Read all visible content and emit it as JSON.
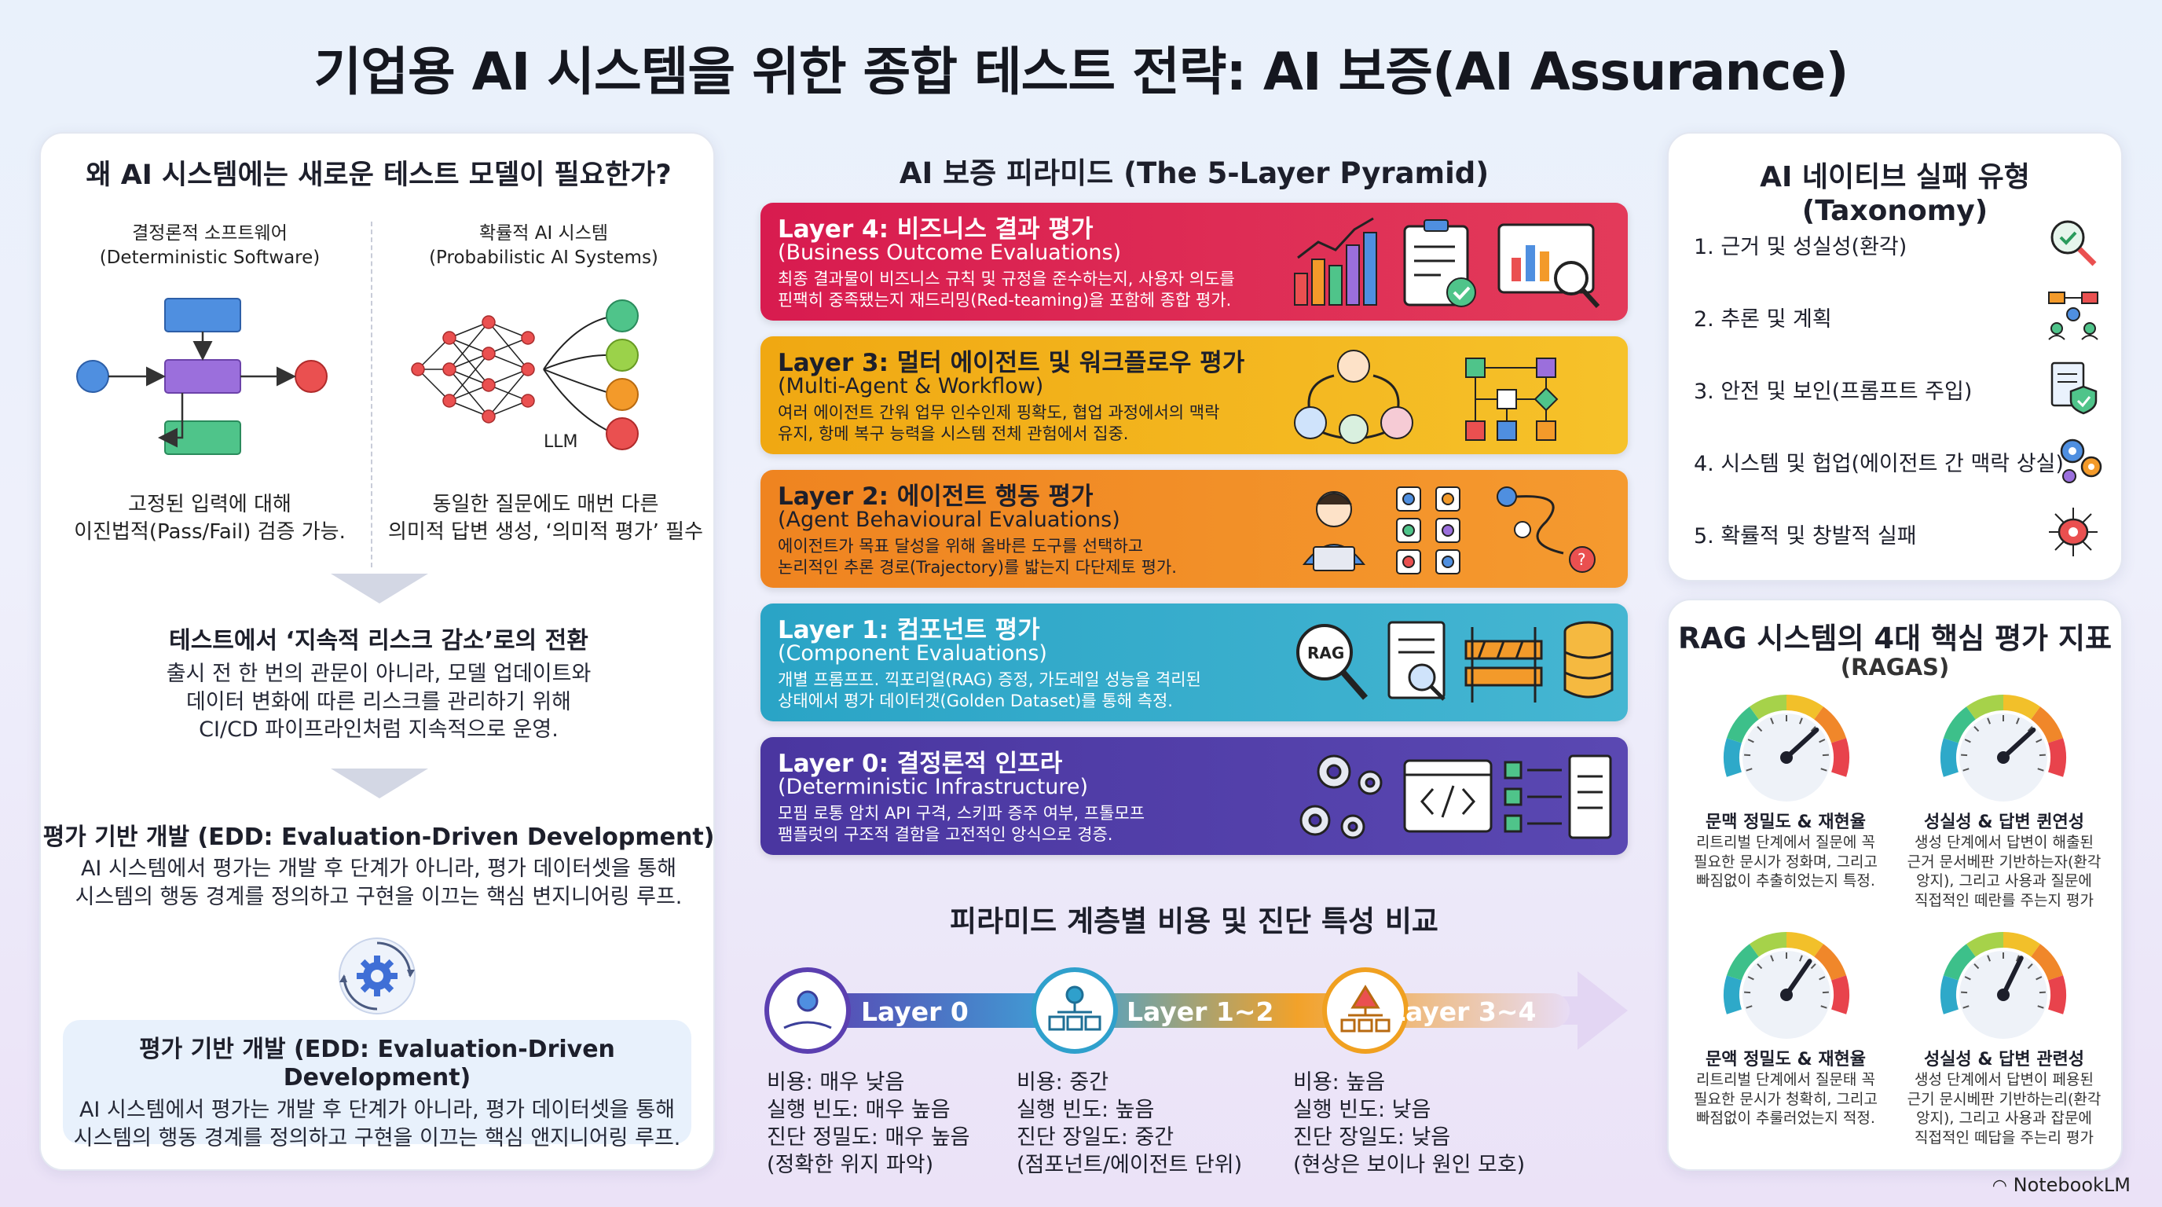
{
  "title": "기업용 AI 시스템을 위한 종합 테스트 전략: AI 보증(AI Assurance)",
  "left": {
    "heading": "왜 AI 시스템에는 새로운 테스트 모델이 필요한가?",
    "det_title": "결정론적 소프트웨어",
    "det_subtitle": "(Deterministic Software)",
    "prob_title": "확률적 AI 시스템",
    "prob_subtitle": "(Probabilistic AI Systems)",
    "llm_label": "LLM",
    "det_desc_1": "고정된 입력에 대해",
    "det_desc_2": "이진법적(Pass/Fail) 검증 가능.",
    "prob_desc_1": "동일한 질문에도 매번 다른",
    "prob_desc_2": "의미적 답변 생성, ‘의미적 평가’ 필수",
    "shift_title": "테스트에서 ‘지속적 리스크 감소’로의 전환",
    "shift_body_1": "출시 전 한 번의 관문이 아니라, 모델 업데이트와",
    "shift_body_2": "데이터 변화에 따른 리스크를 관리하기 위해",
    "shift_body_3": "CI/CD 파이프라인처럼 지속적으로 운영.",
    "edd_title": "평가 기반 개발 (EDD: Evaluation-Driven Development)",
    "edd_body_1": "AI 시스템에서 평가는 개발 후 단계가 아니라, 평가 데이터셋을 통해",
    "edd_body_2": "시스템의 행동 경계를 정의하고 구현을 이끄는 핵심 변지니어링 루프.",
    "edd_box_title": "평가 기반 개발 (EDD: Evaluation-Driven Development)",
    "edd_box_body_1": "AI 시스템에서 평가는 개발 후 단계가 아니라, 평가 데이터셋을 통해",
    "edd_box_body_2": "시스템의 행동 경계를 정의하고 구현을 이끄는 핵심 앤지니어링 루프."
  },
  "pyramid": {
    "heading": "AI 보증 피라미드 (The 5-Layer Pyramid)",
    "layers": [
      {
        "title": "Layer 4: 비즈니스 결과 평가",
        "subtitle": "(Business Outcome Evaluations)",
        "desc_1": "최종 결과물이 비즈니스 규칙 및 규정을 준수하는지, 사용자 의도를",
        "desc_2": "핀팩히 중족됐는지 재드리밍(Red-teaming)을 포함헤 종합 평가.",
        "color": "#d92150"
      },
      {
        "title": "Layer 3: 멀터 에이전트 및 워크플로우 평가",
        "subtitle": "(Multi-Agent & Workflow)",
        "desc_1": "여러 에이전트 간워 업무 인수인제 핑확도, 협업 과정에서의 맥락",
        "desc_2": "유지, 항메 복구 능력을 시스템 전체 관험에서 집중.",
        "color": "#f1b413"
      },
      {
        "title": "Layer 2: 에이전트 행동 평가",
        "subtitle": "(Agent Behavioural Evaluations)",
        "desc_1": "에이전트가 목표 달성을 위해 올바른 도구를 선택하고",
        "desc_2": "논리적인 추론 경로(Trajectory)를 밟는지 다단제토 평가.",
        "color": "#f08a22"
      },
      {
        "title": "Layer 1: 컴포넌트 평가",
        "subtitle": "(Component Evaluations)",
        "desc_1": "개별 프롬프프. 끽포리얼(RAG) 증정, 가도레일 성능을 격리된",
        "desc_2": "상태에서 평가 데이터갯(Golden Dataset)를 통해 측정.",
        "color": "#2ba7c9"
      },
      {
        "title": "Layer 0: 결정론적 인프라",
        "subtitle": "(Deterministic Infrastructure)",
        "desc_1": "모핌 로통 암치 API 구격, 스키파 증주 여부, 프톨모프",
        "desc_2": "팸플럿의 구조적 결함을 고전적인 앙식으로 경증.",
        "color": "#4c3aa0"
      }
    ]
  },
  "comparison": {
    "heading": "피라미드 계층별 비용 및 진단 특성 비교",
    "groups": [
      {
        "label": "Layer 0",
        "cost": "비용: 매우 낮음",
        "freq": "실행 빈도: 매우 높음",
        "acc": "진단 정밀도: 매우 높음",
        "note": "(정확한 위지 파악)"
      },
      {
        "label": "Layer 1~2",
        "cost": "비용: 중간",
        "freq": "실행 빈도: 높음",
        "acc": "진단 장일도: 중간",
        "note": "(점포넌트/에이전트 단위)"
      },
      {
        "label": "Layer 3~4",
        "cost": "비용: 높음",
        "freq": "실행 빈도: 낮음",
        "acc": "진단 장일도: 낮음",
        "note": "(현상은 보이나 원인 모호)"
      }
    ]
  },
  "taxonomy": {
    "heading": "AI 네이티브 실패 유형 (Taxonomy)",
    "items": [
      {
        "label": "1. 근거 및 성실성(환각)",
        "icon": "magnifier-check-icon"
      },
      {
        "label": "2. 추론 및 계획",
        "icon": "network-people-icon"
      },
      {
        "label": "3. 안전 및 보인(프롬프트 주입)",
        "icon": "document-shield-icon"
      },
      {
        "label": "4. 시스템 및 헙업(에이전트 간 맥락 상실)",
        "icon": "gears-icon"
      },
      {
        "label": "5. 확률적 및 창발적 실패",
        "icon": "bug-brain-icon"
      }
    ]
  },
  "rag": {
    "heading": "RAG 시스템의 4대 핵심 평가 지표",
    "subheading": "(RAGAS)",
    "gauges": [
      {
        "label": "문맥 정밀도 & 재현율",
        "desc_1": "리트리벌 단계에서 질문에 꼭",
        "desc_2": "필요한 문시가 정화며, 그리고",
        "desc_3": "빠짐없이 추출히었는지 특정.",
        "desc_4": "",
        "level": 0.72
      },
      {
        "label": "성실성 & 답변 퀸연성",
        "desc_1": "생성 단계에서 답변이 해출된",
        "desc_2": "근거 문서베판 기반하는자(환각",
        "desc_3": "앙지), 그리고 사용과 질문에",
        "desc_4": "직접적인 떼란를 주는지 평가",
        "level": 0.72
      },
      {
        "label": "문액 정밀도 & 재현율",
        "desc_1": "리트리벌 단계에서 질문태 꼭",
        "desc_2": "필요한 문시가 청확히, 그리고",
        "desc_3": "빠점없이 추룰러었는지 적정.",
        "desc_4": "",
        "level": 0.66
      },
      {
        "label": "성실성 & 답변 관련성",
        "desc_1": "생성 단계에서 답변이 페용된",
        "desc_2": "근기 문시베판 기반하는리(환각",
        "desc_3": "앙지), 그리고 사용과 잡문에",
        "desc_4": "직접적인 떼답을 주는리 평가",
        "level": 0.62
      }
    ]
  },
  "brand": "NotebookLM"
}
